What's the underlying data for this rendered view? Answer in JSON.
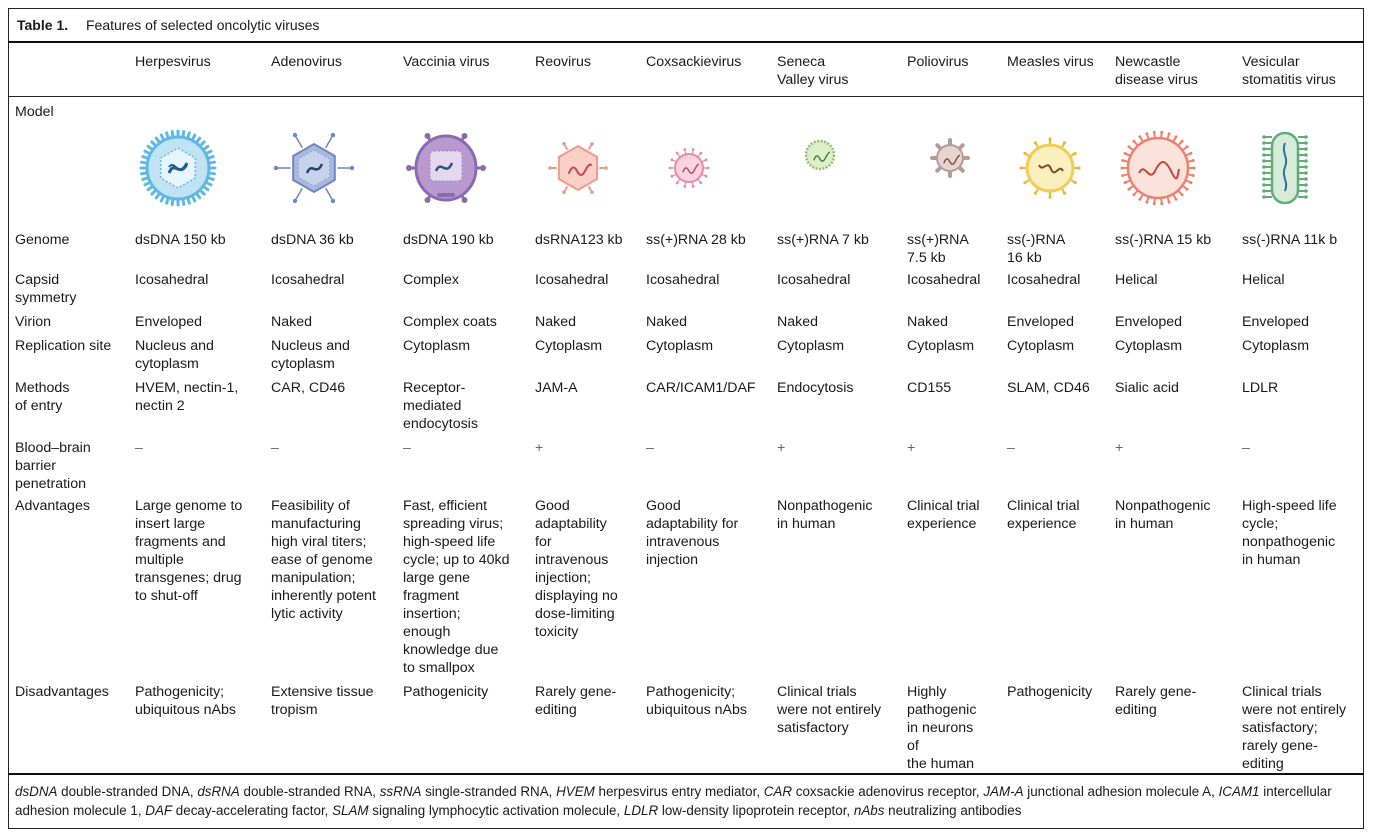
{
  "table": {
    "label": "Table 1.",
    "caption": "Features of selected oncolytic viruses"
  },
  "columns": [
    {
      "name": "Herpesvirus",
      "icon": "herpesvirus-icon"
    },
    {
      "name": "Adenovirus",
      "icon": "adenovirus-icon"
    },
    {
      "name": "Vaccinia virus",
      "icon": "vaccinia-virus-icon"
    },
    {
      "name": "Reovirus",
      "icon": "reovirus-icon"
    },
    {
      "name": "Coxsackievirus",
      "icon": "coxsackievirus-icon"
    },
    {
      "name": "Seneca\nValley virus",
      "icon": "seneca-valley-virus-icon"
    },
    {
      "name": "Poliovirus",
      "icon": "poliovirus-icon"
    },
    {
      "name": "Measles virus",
      "icon": "measles-virus-icon"
    },
    {
      "name": "Newcastle\ndisease virus",
      "icon": "newcastle-disease-virus-icon"
    },
    {
      "name": "Vesicular\nstomatitis virus",
      "icon": "vesicular-stomatitis-virus-icon"
    }
  ],
  "rows": {
    "model": {
      "label": "Model"
    },
    "genome": {
      "label": "Genome",
      "values": [
        "dsDNA 150 kb",
        "dsDNA 36 kb",
        "dsDNA 190 kb",
        "dsRNA123 kb",
        "ss(+)RNA 28 kb",
        "ss(+)RNA 7 kb",
        "ss(+)RNA\n7.5 kb",
        "ss(-)RNA\n16 kb",
        "ss(-)RNA 15 kb",
        "ss(-)RNA 11k b"
      ]
    },
    "capsid": {
      "label": "Capsid\nsymmetry",
      "values": [
        "Icosahedral",
        "Icosahedral",
        "Complex",
        "Icosahedral",
        "Icosahedral",
        "Icosahedral",
        "Icosahedral",
        "Icosahedral",
        "Helical",
        "Helical"
      ]
    },
    "virion": {
      "label": "Virion",
      "values": [
        "Enveloped",
        "Naked",
        "Complex coats",
        "Naked",
        "Naked",
        "Naked",
        "Naked",
        "Enveloped",
        "Enveloped",
        "Enveloped"
      ]
    },
    "replication": {
      "label": "Replication site",
      "values": [
        "Nucleus and\ncytoplasm",
        "Nucleus and\ncytoplasm",
        "Cytoplasm",
        "Cytoplasm",
        "Cytoplasm",
        "Cytoplasm",
        "Cytoplasm",
        "Cytoplasm",
        "Cytoplasm",
        "Cytoplasm"
      ]
    },
    "entry": {
      "label": "Methods\nof entry",
      "values": [
        "HVEM, nectin-1,\nnectin 2",
        "CAR, CD46",
        "Receptor-\nmediated\nendocytosis",
        "JAM-A",
        "CAR/ICAM1/DAF",
        "Endocytosis",
        "CD155",
        "SLAM, CD46",
        "Sialic acid",
        "LDLR"
      ]
    },
    "bbb": {
      "label": "Blood–brain\nbarrier\npenetration",
      "values": [
        "–",
        "–",
        "–",
        "+",
        "–",
        "+",
        "+",
        "–",
        "+",
        "–"
      ]
    },
    "advantages": {
      "label": "Advantages",
      "values": [
        "Large genome to\ninsert large\nfragments and\nmultiple\ntransgenes; drug\nto shut-off",
        "Feasibility of\nmanufacturing\nhigh viral titers;\nease of genome\nmanipulation;\ninherently potent\nlytic activity",
        "Fast, efficient\nspreading virus;\nhigh-speed life\ncycle; up to 40kd\nlarge gene\nfragment\ninsertion;\nenough\nknowledge due\nto smallpox",
        "Good\nadaptability\nfor\nintravenous\ninjection;\ndisplaying no\ndose-limiting\ntoxicity",
        "Good\nadaptability for\nintravenous\ninjection",
        "Nonpathogenic\nin human",
        "Clinical trial\nexperience",
        "Clinical trial\nexperience",
        "Nonpathogenic\nin human",
        "High-speed life\ncycle;\nnonpathogenic\nin human"
      ]
    },
    "disadvantages": {
      "label": "Disadvantages",
      "values": [
        "Pathogenicity;\nubiquitous nAbs",
        "Extensive tissue\ntropism",
        "Pathogenicity",
        "Rarely gene-\nediting",
        "Pathogenicity;\nubiquitous nAbs",
        "Clinical trials\nwere not entirely\nsatisfactory",
        "Highly\npathogenic\nin neurons\nof\nthe human",
        "Pathogenicity",
        "Rarely gene-\nediting",
        "Clinical trials\nwere not entirely\nsatisfactory;\nrarely gene-\nediting"
      ]
    }
  },
  "footnote": [
    {
      "abbr": "dsDNA",
      "text": " double-stranded DNA, "
    },
    {
      "abbr": "dsRNA",
      "text": " double-stranded RNA, "
    },
    {
      "abbr": "ssRNA",
      "text": " single-stranded RNA, "
    },
    {
      "abbr": "HVEM",
      "text": " herpesvirus entry mediator, "
    },
    {
      "abbr": "CAR",
      "text": " coxsackie adenovirus receptor, "
    },
    {
      "abbr": "JAM-A",
      "text": " junctional adhesion molecule A, "
    },
    {
      "abbr": "ICAM1",
      "text": " intercellular adhesion molecule 1, "
    },
    {
      "abbr": "DAF",
      "text": " decay-accelerating factor, "
    },
    {
      "abbr": "SLAM",
      "text": " signaling lymphocytic activation molecule, "
    },
    {
      "abbr": "LDLR",
      "text": " low-density lipoprotein receptor, "
    },
    {
      "abbr": "nAbs",
      "text": " neutralizing antibodies"
    }
  ],
  "colors": {
    "herpes": "#5fb8e2",
    "adeno": "#6f86bf",
    "vaccinia": "#8b6bb0",
    "reo": "#ef9a8e",
    "coxsackie": "#e58aa8",
    "seneca": "#8fbf6a",
    "polio": "#b79a95",
    "measles": "#f0cd55",
    "newcastle": "#ef7f6e",
    "vsv": "#5fae77"
  }
}
